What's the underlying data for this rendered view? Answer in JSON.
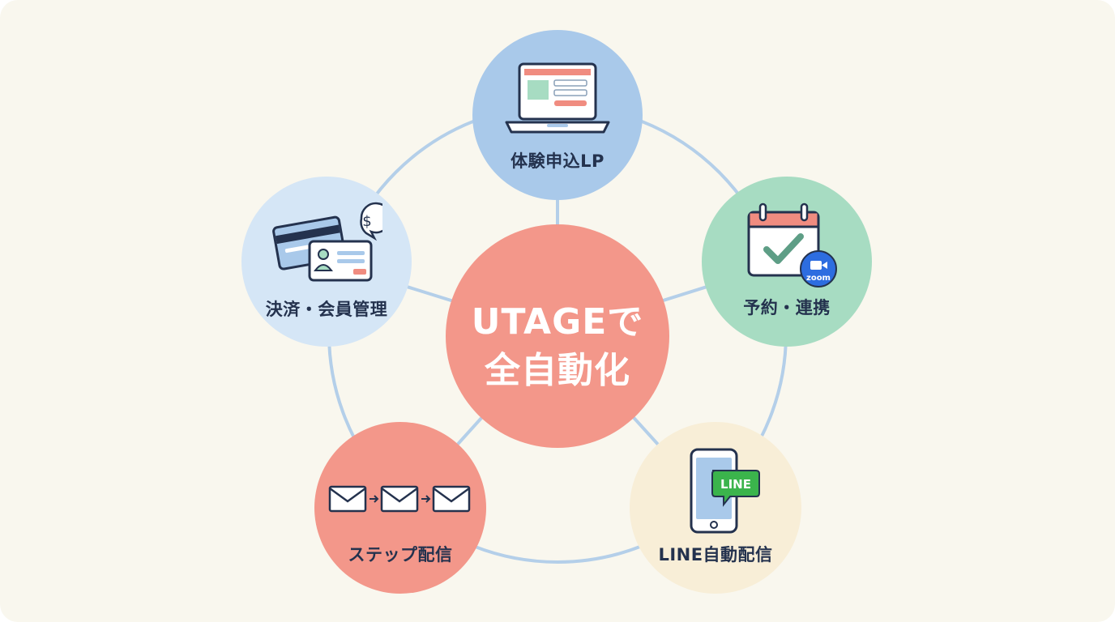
{
  "diagram": {
    "center": {
      "line1": "UTAGEで",
      "line2": "全自動化"
    },
    "nodes": [
      {
        "id": "lp",
        "label": "体験申込LP",
        "icon": "laptop-icon"
      },
      {
        "id": "booking",
        "label": "予約・連携",
        "icon": "calendar-check-icon",
        "badge": "zoom"
      },
      {
        "id": "line",
        "label": "LINE自動配信",
        "icon": "smartphone-icon",
        "badge": "LINE"
      },
      {
        "id": "step",
        "label": "ステップ配信",
        "icon": "envelope-sequence-icon"
      },
      {
        "id": "payment",
        "label": "決済・会員管理",
        "icon": "credit-card-icon",
        "badge": "$"
      }
    ]
  },
  "colors": {
    "background": "#f9f7ee",
    "center": "#f3978a",
    "lp": "#a9c9ea",
    "booking": "#a7dcc2",
    "line": "#f8eed7",
    "step": "#f3978a",
    "payment": "#d5e6f6",
    "connector": "#b4cfe9",
    "label": "#24324e"
  }
}
